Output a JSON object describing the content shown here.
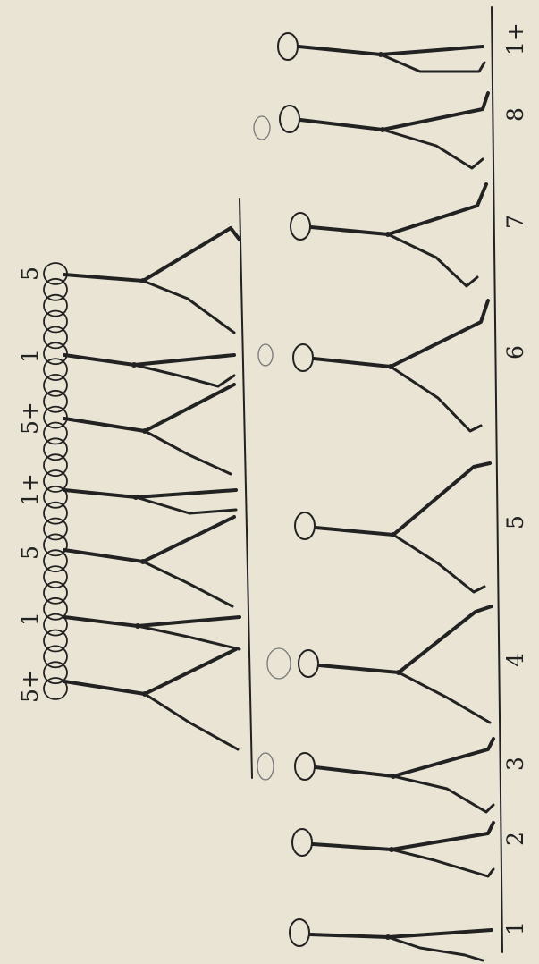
{
  "figure": {
    "background": "#e9e4d4",
    "ink_color": "#222222",
    "bottom_labels": [
      "1",
      "2",
      "3",
      "4",
      "5",
      "6",
      "7",
      "8",
      "1+"
    ],
    "top_labels": [
      "5+",
      "1",
      "5",
      "1+",
      "5+",
      "1",
      "5"
    ]
  }
}
